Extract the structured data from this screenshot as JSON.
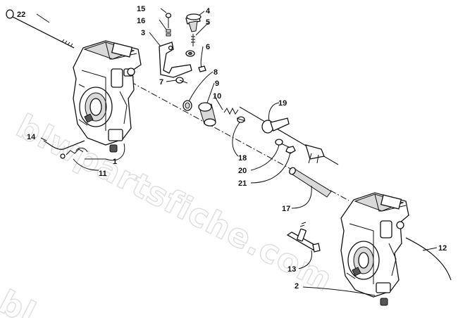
{
  "watermark": "blwpartsfiche.com",
  "watermark_partial": "bl",
  "callouts": [
    {
      "id": "1",
      "text": "1"
    },
    {
      "id": "2",
      "text": "2"
    },
    {
      "id": "3",
      "text": "3"
    },
    {
      "id": "4",
      "text": "4"
    },
    {
      "id": "5",
      "text": "5"
    },
    {
      "id": "6",
      "text": "6"
    },
    {
      "id": "7",
      "text": "7"
    },
    {
      "id": "8",
      "text": "8"
    },
    {
      "id": "9",
      "text": "9"
    },
    {
      "id": "10",
      "text": "10"
    },
    {
      "id": "11",
      "text": "11"
    },
    {
      "id": "12",
      "text": "12"
    },
    {
      "id": "13",
      "text": "13"
    },
    {
      "id": "14",
      "text": "14"
    },
    {
      "id": "15",
      "text": "15"
    },
    {
      "id": "16",
      "text": "16"
    },
    {
      "id": "17",
      "text": "17"
    },
    {
      "id": "18",
      "text": "18"
    },
    {
      "id": "19",
      "text": "19"
    },
    {
      "id": "20",
      "text": "20"
    },
    {
      "id": "21",
      "text": "21"
    },
    {
      "id": "22",
      "text": "22"
    }
  ]
}
